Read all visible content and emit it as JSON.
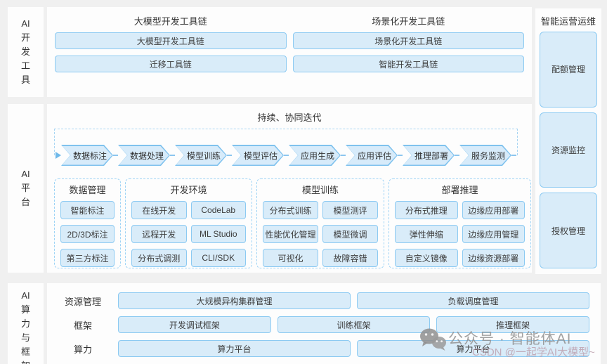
{
  "colors": {
    "background": "#f0f0f0",
    "panel": "#fdfdfd",
    "button_fill": "#d9ecf9",
    "button_border": "#8ccaf2",
    "dashed_border": "#9ed3f5",
    "chevron_fill": "#d7ebfa",
    "chevron_border": "#7fc2ee",
    "text": "#333333",
    "watermark_gray": "#919191"
  },
  "tools_section": {
    "side_label_chars": [
      "AI",
      "开",
      "发",
      "工",
      "具"
    ],
    "groups": [
      {
        "title": "大模型开发工具链",
        "buttons": [
          "大模型开发工具链",
          "迁移工具链"
        ]
      },
      {
        "title": "场景化开发工具链",
        "buttons": [
          "场景化开发工具链",
          "智能开发工具链"
        ]
      }
    ]
  },
  "platform_section": {
    "side_label_chars": [
      "AI",
      "平",
      "台"
    ],
    "iteration_title": "持续、协同迭代",
    "pipeline": [
      "数据标注",
      "数据处理",
      "模型训练",
      "模型评估",
      "应用生成",
      "应用评估",
      "推理部署",
      "服务监测"
    ],
    "groups": [
      {
        "title": "数据管理",
        "items": [
          "智能标注",
          "2D/3D标注",
          "第三方标注"
        ]
      },
      {
        "title": "开发环境",
        "items": [
          "在线开发",
          "CodeLab",
          "远程开发",
          "ML Studio",
          "分布式调测",
          "CLI/SDK"
        ]
      },
      {
        "title": "模型训练",
        "items": [
          "分布式训练",
          "模型测评",
          "性能优化管理",
          "模型微调",
          "可视化",
          "故障容错"
        ]
      },
      {
        "title": "部署推理",
        "items": [
          "分布式推理",
          "边缘应用部署",
          "弹性伸缩",
          "边缘应用管理",
          "自定义镜像",
          "边缘资源部署"
        ]
      }
    ]
  },
  "ops_section": {
    "title": "智能运营运维",
    "items": [
      "配额管理",
      "资源监控",
      "授权管理"
    ]
  },
  "infra_section": {
    "side_label_chars": [
      "AI",
      "算",
      "力",
      "与",
      "框",
      "架"
    ],
    "rows": [
      {
        "label": "资源管理",
        "buttons": [
          "大规模异构集群管理",
          "负载调度管理"
        ]
      },
      {
        "label": "框架",
        "buttons": [
          "开发调试框架",
          "训练框架",
          "推理框架"
        ]
      },
      {
        "label": "算力",
        "buttons": [
          "算力平台",
          "算力平台"
        ]
      }
    ]
  },
  "watermark": {
    "icon": "wechat-icon",
    "line1": "公众号 · 智能体AI",
    "line2": "CSDN @一起学AI大模型~"
  }
}
